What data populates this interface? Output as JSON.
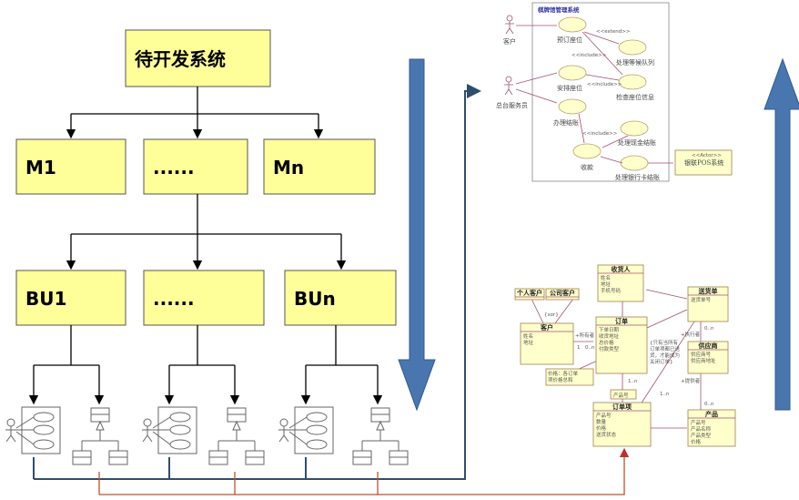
{
  "hierarchy": {
    "root": "待开发系统",
    "modules": [
      "M1",
      "......",
      "Mn"
    ],
    "business_units": [
      "BU1",
      "......",
      "BUn"
    ]
  },
  "use_case_diagram": {
    "title": "棋牌馆管理系统",
    "actors": [
      "客户",
      "总台服务员"
    ],
    "use_cases": [
      "预订座位",
      "处理等候队列",
      "安排座位",
      "检查座位信息",
      "办理结账",
      "处理现金结账",
      "收款",
      "处理银行卡结账"
    ],
    "stereotypes": [
      "<<extend>>",
      "<<include>>",
      "<<include>>",
      "<<include>>"
    ],
    "external": {
      "stereotype": "<<Actor>>",
      "name": "银联POS系统"
    }
  },
  "class_diagram": {
    "classes": [
      {
        "name": "收货人",
        "attrs": [
          "姓名",
          "地址",
          "手机号码"
        ]
      },
      {
        "name": "个人客户",
        "attrs": []
      },
      {
        "name": "公司客户",
        "attrs": []
      },
      {
        "name": "客户",
        "attrs": [
          "姓名",
          "地址"
        ]
      },
      {
        "name": "订单",
        "attrs": [
          "下单日期",
          "收货地址",
          "总价格",
          "付款类型"
        ]
      },
      {
        "name": "送货单",
        "attrs": [
          "送货单号"
        ]
      },
      {
        "name": "供应商",
        "attrs": [
          "供应商号",
          "供应商地址"
        ]
      },
      {
        "name": "订单项",
        "attrs": [
          "产品号",
          "数量",
          "价格",
          "送货状态"
        ]
      },
      {
        "name": "产品",
        "attrs": [
          "产品号",
          "产品名称",
          "产品类型",
          "价格"
        ]
      }
    ],
    "labels": {
      "xor": "{xor}",
      "owner": "+所有者",
      "executor": "+执行者",
      "provider": "+提供者",
      "product_no": "产品号",
      "note_price": "价格：各订单项价格总和",
      "note_delivery": "{只有当所有订单项都已送货，才能成为关闭订单}",
      "one": "1",
      "one_n": "1..n",
      "zero_n": "0..n"
    }
  },
  "colors": {
    "box_fill": "#ffff99",
    "blue_arrow": "#4a76b0",
    "blue_line": "#2f4e6e",
    "red_line": "#c0502a"
  }
}
